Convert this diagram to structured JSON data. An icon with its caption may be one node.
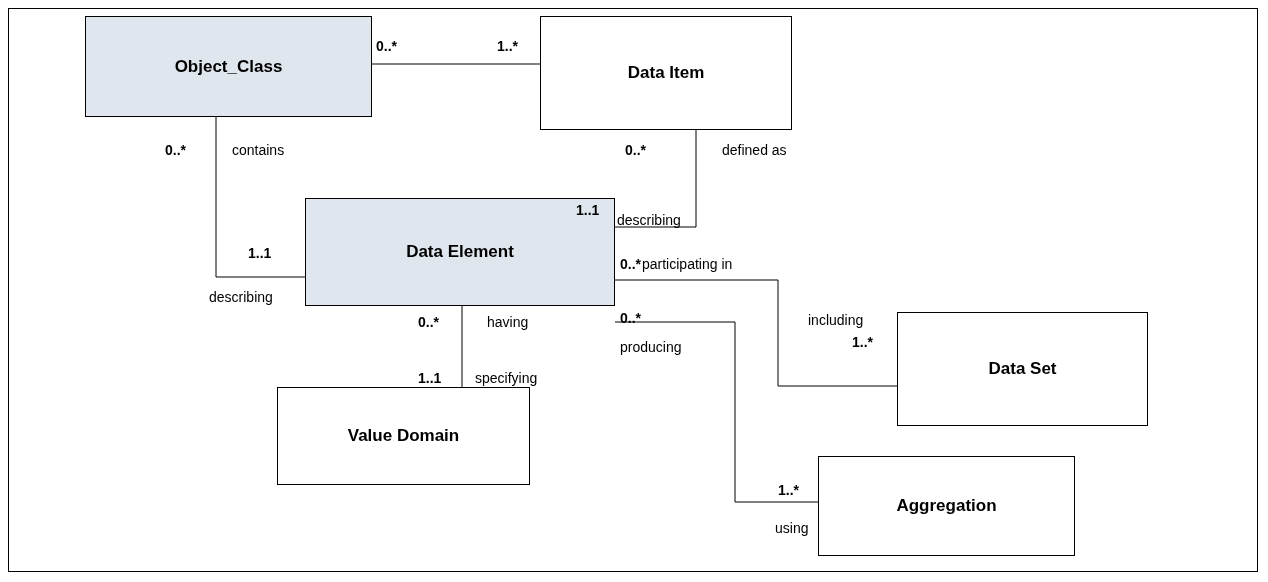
{
  "diagram": {
    "nodes": [
      {
        "text": [
          "Object_Class"
        ]
      },
      {
        "text": [
          "Data Item"
        ]
      },
      {
        "text": [
          "Data Element"
        ]
      },
      {
        "text": [
          "Data Set"
        ]
      },
      {
        "text": [
          "Value Domain"
        ]
      },
      {
        "text": [
          "Aggregation"
        ]
      }
    ],
    "edges": [
      {
        "from": 0,
        "to": 1,
        "arrow": "none"
      },
      {
        "from": 0,
        "to": 2,
        "arrow": "none"
      },
      {
        "from": 1,
        "to": 2,
        "arrow": "none"
      },
      {
        "from": 2,
        "to": 3,
        "arrow": "none"
      },
      {
        "from": 2,
        "to": 4,
        "arrow": "none"
      },
      {
        "from": 2,
        "to": 5,
        "arrow": "none"
      }
    ],
    "labels": [
      "0..*",
      "1..*",
      "0..*",
      "contains",
      "0..*",
      "defined as",
      "1..1",
      "describing",
      "1..1",
      "0..*",
      "participating in",
      "describing",
      "0..*",
      "0..*",
      "having",
      "including",
      "1..*",
      "producing",
      "1..1",
      "specifying",
      "1..*",
      "using"
    ]
  }
}
